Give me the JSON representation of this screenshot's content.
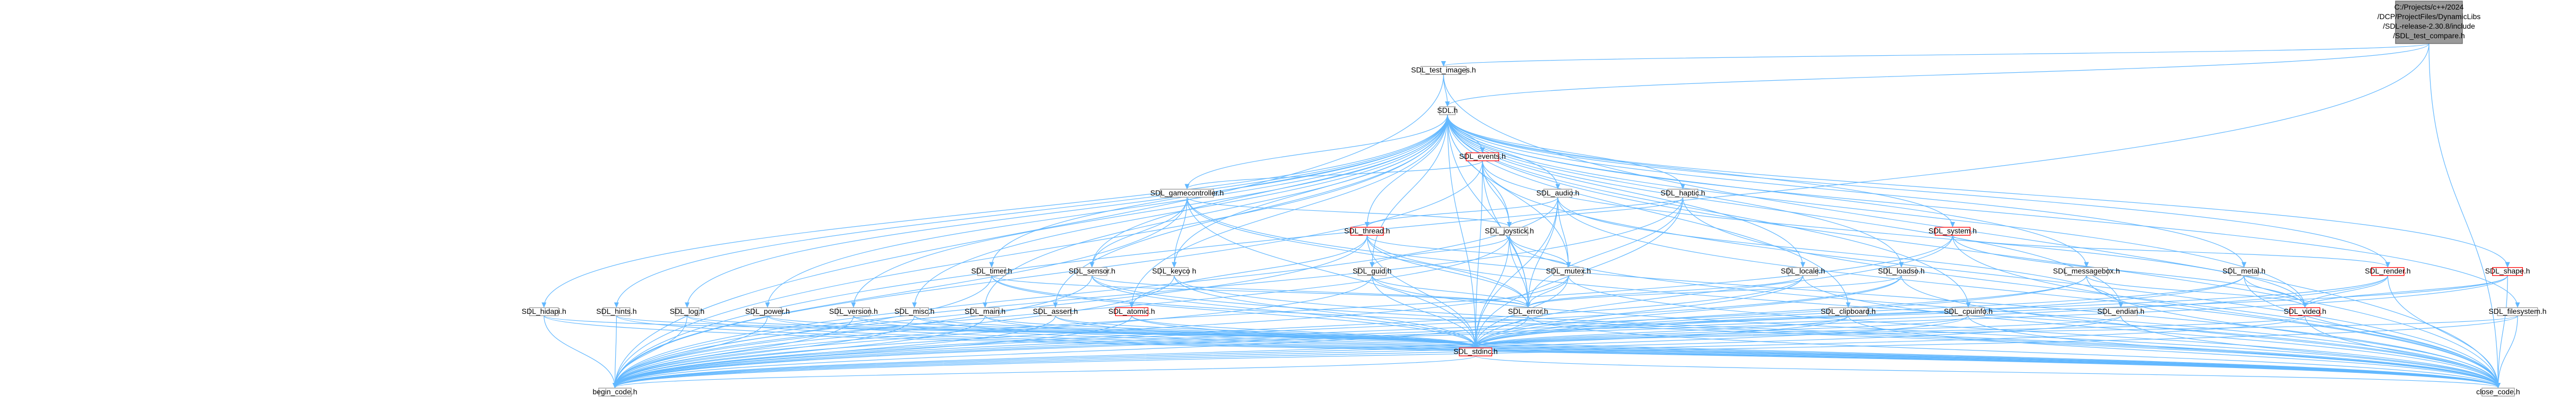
{
  "graph": {
    "root": {
      "id": "root",
      "lines": [
        "C:/Projects/c++/2024",
        "/DCP/ProjectFiles/DynamicLibs",
        "/SDL-release-2.30.8/include",
        "/SDL_test_compare.h"
      ]
    },
    "nodes": [
      {
        "id": "test_images",
        "label": "SDL_test_images.h",
        "style": "normal"
      },
      {
        "id": "sdl",
        "label": "SDL.h",
        "style": "normal"
      },
      {
        "id": "events",
        "label": "SDL_events.h",
        "style": "red"
      },
      {
        "id": "gamecontroller",
        "label": "SDL_gamecontroller.h",
        "style": "normal"
      },
      {
        "id": "audio",
        "label": "SDL_audio.h",
        "style": "normal"
      },
      {
        "id": "haptic",
        "label": "SDL_haptic.h",
        "style": "normal"
      },
      {
        "id": "thread",
        "label": "SDL_thread.h",
        "style": "red"
      },
      {
        "id": "joystick",
        "label": "SDL_joystick.h",
        "style": "normal"
      },
      {
        "id": "system",
        "label": "SDL_system.h",
        "style": "red"
      },
      {
        "id": "timer",
        "label": "SDL_timer.h",
        "style": "normal"
      },
      {
        "id": "sensor",
        "label": "SDL_sensor.h",
        "style": "normal"
      },
      {
        "id": "keyco",
        "label": "SDL_keyco h",
        "style": "normal"
      },
      {
        "id": "guid",
        "label": "SDL_guid.h",
        "style": "normal"
      },
      {
        "id": "mutex",
        "label": "SDL_mutex.h",
        "style": "normal"
      },
      {
        "id": "locale",
        "label": "SDL_locale.h",
        "style": "normal"
      },
      {
        "id": "loadso",
        "label": "SDL_loadso.h",
        "style": "normal"
      },
      {
        "id": "messagebox",
        "label": "SDL_messagebox.h",
        "style": "normal"
      },
      {
        "id": "metal",
        "label": "SDL_metal.h",
        "style": "normal"
      },
      {
        "id": "render",
        "label": "SDL_render.h",
        "style": "red"
      },
      {
        "id": "shape",
        "label": "SDL_shape.h",
        "style": "red"
      },
      {
        "id": "hidapi",
        "label": "SDL_hidapi.h",
        "style": "normal"
      },
      {
        "id": "hints",
        "label": "SDL_hints.h",
        "style": "normal"
      },
      {
        "id": "log",
        "label": "SDL_log.h",
        "style": "normal"
      },
      {
        "id": "power",
        "label": "SDL_power.h",
        "style": "normal"
      },
      {
        "id": "version",
        "label": "SDL_version.h",
        "style": "normal"
      },
      {
        "id": "misc",
        "label": "SDL_misc.h",
        "style": "normal"
      },
      {
        "id": "main",
        "label": "SDL_main.h",
        "style": "normal"
      },
      {
        "id": "assert",
        "label": "SDL_assert.h",
        "style": "normal"
      },
      {
        "id": "atomic",
        "label": "SDL_atomic.h",
        "style": "red"
      },
      {
        "id": "error",
        "label": "SDL_error.h",
        "style": "normal"
      },
      {
        "id": "clipboard",
        "label": "SDL_clipboard.h",
        "style": "normal"
      },
      {
        "id": "cpuinfo",
        "label": "SDL_cpuinfo.h",
        "style": "normal"
      },
      {
        "id": "endian",
        "label": "SDL_endian.h",
        "style": "normal"
      },
      {
        "id": "video",
        "label": "SDL_video.h",
        "style": "red"
      },
      {
        "id": "filesystem",
        "label": "SDL_filesystem.h",
        "style": "normal"
      },
      {
        "id": "stdinc",
        "label": "SDL_stdinc.h",
        "style": "red"
      },
      {
        "id": "begin_code",
        "label": "begin_code.h",
        "style": "normal"
      },
      {
        "id": "close_code",
        "label": "close_code.h",
        "style": "normal"
      }
    ]
  }
}
